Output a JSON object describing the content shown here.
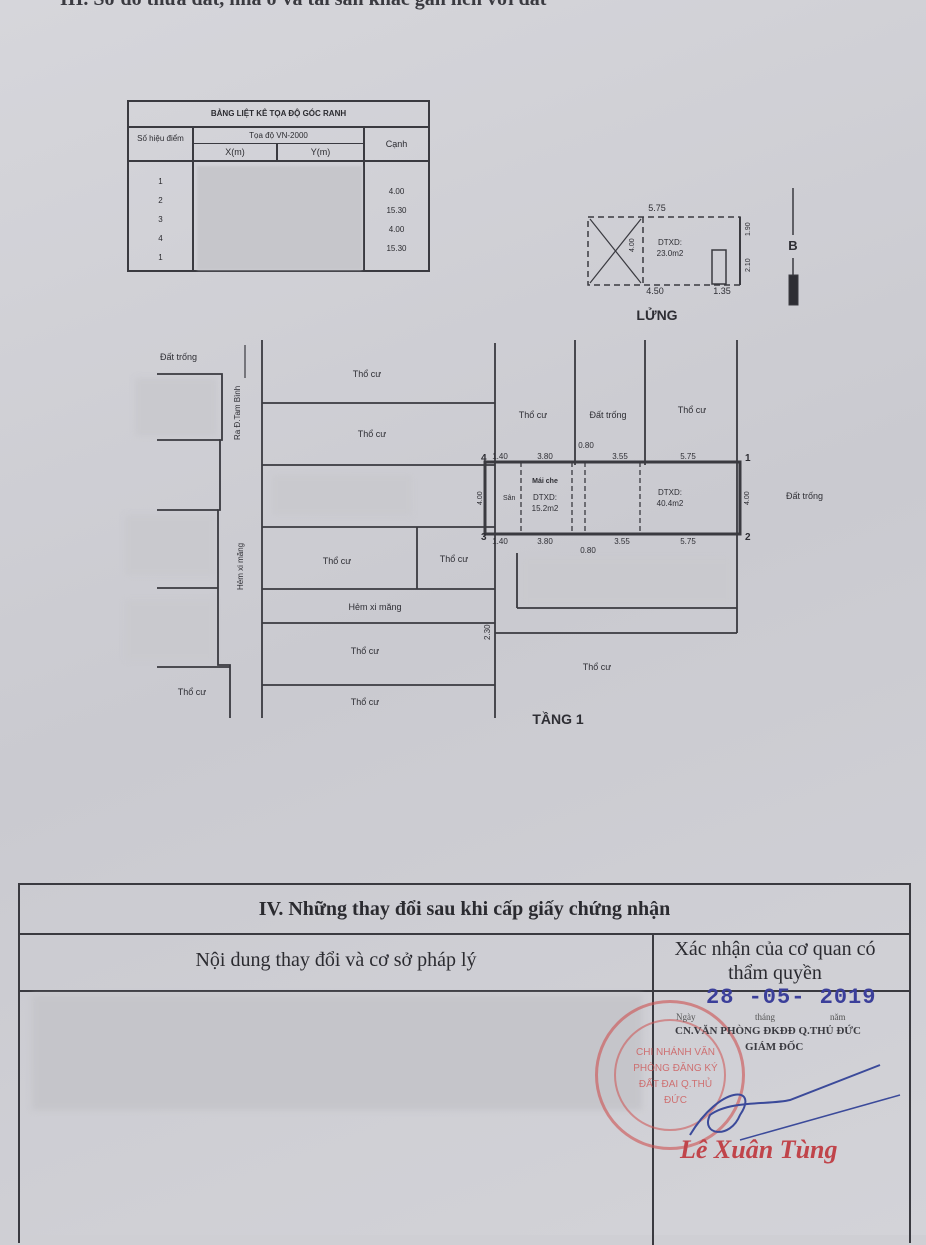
{
  "section_title": "III. Sơ đồ thửa đất, nhà ở và tài sản khác gắn liền với đất",
  "coord_table": {
    "title": "BẢNG LIỆT KÊ TỌA ĐỘ GÓC RANH",
    "col_point": "Số hiệu điểm",
    "col_coords": "Tọa độ VN-2000",
    "col_x": "X(m)",
    "col_y": "Y(m)",
    "col_edge": "Cạnh",
    "points": [
      "1",
      "2",
      "3",
      "4",
      "1"
    ],
    "edges": [
      "4.00",
      "15.30",
      "4.00",
      "15.30"
    ]
  },
  "mezzanine": {
    "label": "LỬNG",
    "area_label": "DTXD:",
    "area": "23.0m2",
    "dims": {
      "top": "5.75",
      "left": "4.00",
      "right_top": "1.90",
      "right_bottom": "2.10",
      "bottom_a": "4.50",
      "bottom_b": "1.35"
    }
  },
  "north_label": "B",
  "floor1": {
    "label": "TẦNG 1",
    "parcel_labels": {
      "residential": "Thổ cư",
      "vacant": "Đất trống",
      "road_north": "Ra Đ.Tam Bình",
      "alley": "Hẻm xi măng"
    },
    "plot": {
      "corner_1": "1",
      "corner_2": "2",
      "corner_3": "3",
      "corner_4": "4",
      "top_dims": [
        "1.40",
        "3.80",
        "0.80",
        "3.55",
        "5.75"
      ],
      "bottom_dims": [
        "1.40",
        "3.80",
        "0.80",
        "3.55",
        "5.75"
      ],
      "height": "4.00",
      "awning": "Mái che",
      "yard": "Sân",
      "area1_label": "DTXD:",
      "area1": "15.2m2",
      "area2_label": "DTXD:",
      "area2": "40.4m2",
      "alley_width": "2.30"
    }
  },
  "changes": {
    "title": "IV. Những thay đổi sau khi cấp giấy chứng nhận",
    "col_content": "Nội dung thay đổi và cơ sở pháp lý",
    "col_confirm": "Xác nhận của cơ quan có thẩm quyền",
    "date": "28 -05- 2019",
    "date_labels": {
      "day": "Ngày",
      "month": "tháng",
      "year": "năm"
    },
    "office": "CN.VĂN PHÒNG ĐKĐĐ Q.THỦ ĐỨC",
    "position": "GIÁM ĐỐC",
    "signer": "Lê Xuân Tùng",
    "seal_text": "CHI NHÁNH VĂN PHÒNG ĐĂNG KÝ ĐẤT ĐAI Q.THỦ ĐỨC"
  }
}
